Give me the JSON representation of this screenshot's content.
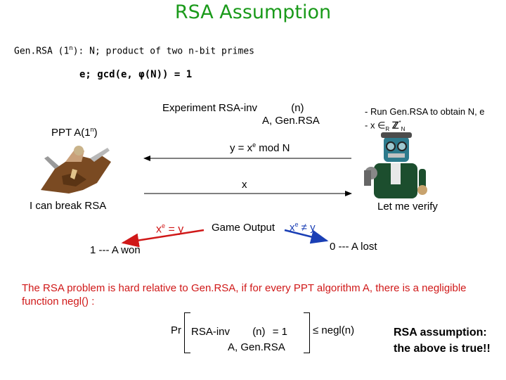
{
  "title": "RSA Assumption",
  "genrsa_line": {
    "label": "Gen.RSA (1",
    "sup": "n",
    "rest": "): N; product of two n-bit primes"
  },
  "e_line": "e; gcd(e, φ(N)) = 1",
  "experiment": {
    "title": "Experiment RSA-inv",
    "param": "(n)",
    "subscript": "A, Gen.RSA"
  },
  "verifier_steps": {
    "step1": "- Run Gen.RSA to obtain N, e",
    "step2_prefix": "-",
    "step2_x": "x",
    "step2_in": "∈",
    "step2_R": "R",
    "step2_Z": "ℤ",
    "step2_N": "N",
    "step2_star": "*"
  },
  "adversary": {
    "label": "PPT A(1",
    "sup": "n",
    "close": ")"
  },
  "messages": {
    "to_adversary": "y = x",
    "to_adversary_sup": "e",
    "to_adversary_tail": " mod N",
    "to_verifier": "x"
  },
  "captions": {
    "left": "I can break RSA",
    "right": "Let me verify"
  },
  "game_output": "Game Output",
  "outcomes": {
    "win_cond": "x",
    "win_cond_sup": "e",
    "win_cond_tail": " = y",
    "lose_cond": "x",
    "lose_cond_sup": "e",
    "lose_cond_tail": " ≠ y",
    "win": "1 --- A won",
    "lose": "0 --- A lost"
  },
  "definition": "The RSA problem is hard  relative to Gen.RSA, if for every PPT algorithm A, there is a negligible function negl() :",
  "formula": {
    "pr": "Pr",
    "expr": "RSA-inv",
    "param": "(n)",
    "eq": "= 1",
    "le": "≤",
    "negl": "negl(n)",
    "subscript": "A, Gen.RSA"
  },
  "conclusion": {
    "line1": "RSA assumption:",
    "line2": "the above is true!!"
  },
  "colors": {
    "title": "#1a9a1a",
    "accent_red": "#d01818",
    "accent_blue": "#1a3fb5"
  },
  "icons": {
    "adversary": "warrior-figure-icon",
    "verifier": "robot-scientist-icon"
  }
}
